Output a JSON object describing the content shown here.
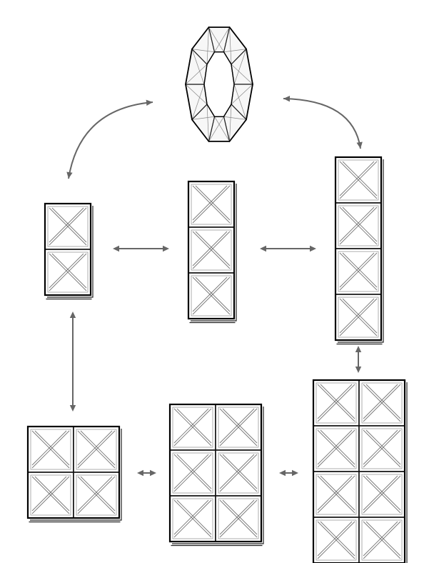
{
  "diagram": {
    "type": "tile-arrangement-graph",
    "colors": {
      "background": "#ffffff",
      "outline": "#111111",
      "pattern": "#777777",
      "connector": "#666666"
    },
    "nodes": [
      {
        "id": "ring",
        "shape": "ring",
        "tiles": 10
      },
      {
        "id": "strip-1x2",
        "shape": "grid",
        "cols": 1,
        "rows": 2,
        "tiles": 2
      },
      {
        "id": "strip-1x3",
        "shape": "grid",
        "cols": 1,
        "rows": 3,
        "tiles": 3
      },
      {
        "id": "strip-1x4",
        "shape": "grid",
        "cols": 1,
        "rows": 4,
        "tiles": 4
      },
      {
        "id": "grid-2x2",
        "shape": "grid",
        "cols": 2,
        "rows": 2,
        "tiles": 4
      },
      {
        "id": "grid-2x3",
        "shape": "grid",
        "cols": 2,
        "rows": 3,
        "tiles": 6
      },
      {
        "id": "grid-2x4",
        "shape": "grid",
        "cols": 2,
        "rows": 4,
        "tiles": 8
      }
    ],
    "edges": [
      {
        "from": "strip-1x2",
        "to": "ring",
        "kind": "curved",
        "bidirectional": true
      },
      {
        "from": "ring",
        "to": "strip-1x4",
        "kind": "curved",
        "bidirectional": true
      },
      {
        "from": "strip-1x2",
        "to": "strip-1x3",
        "kind": "straight",
        "bidirectional": true
      },
      {
        "from": "strip-1x3",
        "to": "strip-1x4",
        "kind": "straight",
        "bidirectional": true
      },
      {
        "from": "strip-1x2",
        "to": "grid-2x2",
        "kind": "straight",
        "bidirectional": true
      },
      {
        "from": "strip-1x4",
        "to": "grid-2x4",
        "kind": "straight",
        "bidirectional": true
      },
      {
        "from": "grid-2x2",
        "to": "grid-2x3",
        "kind": "straight",
        "bidirectional": true
      },
      {
        "from": "grid-2x3",
        "to": "grid-2x4",
        "kind": "straight",
        "bidirectional": true
      }
    ]
  }
}
